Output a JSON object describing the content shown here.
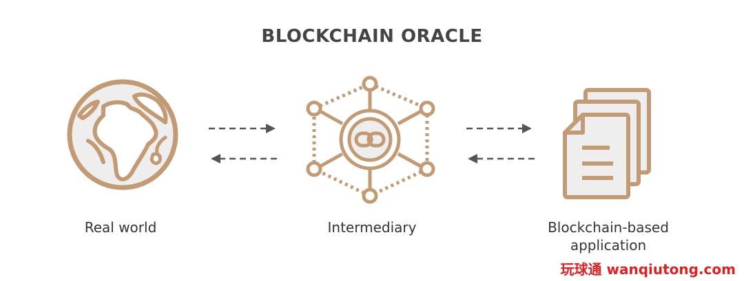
{
  "title": "BLOCKCHAIN ORACLE",
  "labels": {
    "real_world": "Real world",
    "intermediary": "Intermediary",
    "application_line1": "Blockchain-based",
    "application_line2": "application"
  },
  "watermark": "玩球通 wanqiutong.com",
  "colors": {
    "accent": "#c29a73",
    "fill_light": "#eeeeee",
    "arrow": "#555555",
    "title": "#444444",
    "watermark": "#e02020"
  }
}
